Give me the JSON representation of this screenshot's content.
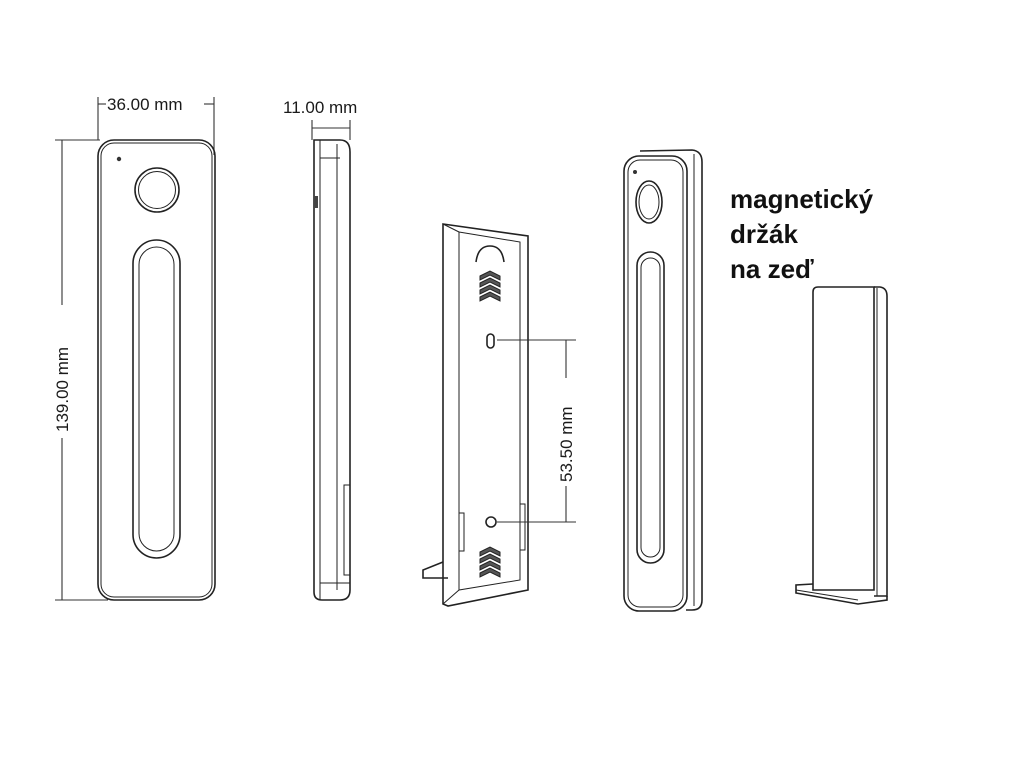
{
  "dimensions": {
    "width": "36.00 mm",
    "depth": "11.00 mm",
    "height": "139.00 mm",
    "hole_spacing": "53.50 mm"
  },
  "label": {
    "line1": "magnetický",
    "line2": "držák",
    "line3": "na zeď"
  },
  "colors": {
    "line": "#222222",
    "background": "#ffffff"
  }
}
